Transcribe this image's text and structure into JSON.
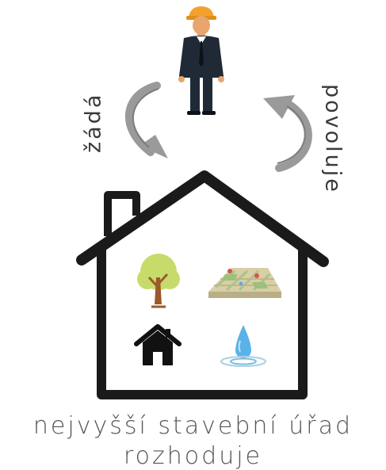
{
  "labels": {
    "left_arrow": "žádá",
    "right_arrow": "povoluje"
  },
  "caption": {
    "line1": "nejvyšší stavební úřad",
    "line2": "rozhoduje"
  },
  "icons": [
    "person-icon",
    "curved-arrow-down-icon",
    "curved-arrow-up-icon",
    "house-outline-icon",
    "tree-icon",
    "map-icon",
    "home-icon",
    "water-drop-icon"
  ],
  "colors": {
    "outline": "#1a1a1a",
    "arrow": "#9a9a9a",
    "text": "#555555",
    "helmet": "#f3a12c",
    "suit": "#1f2a36",
    "tree_crown": "#c7db6b",
    "tree_trunk": "#9a5a2b",
    "water": "#5ab3e8"
  }
}
